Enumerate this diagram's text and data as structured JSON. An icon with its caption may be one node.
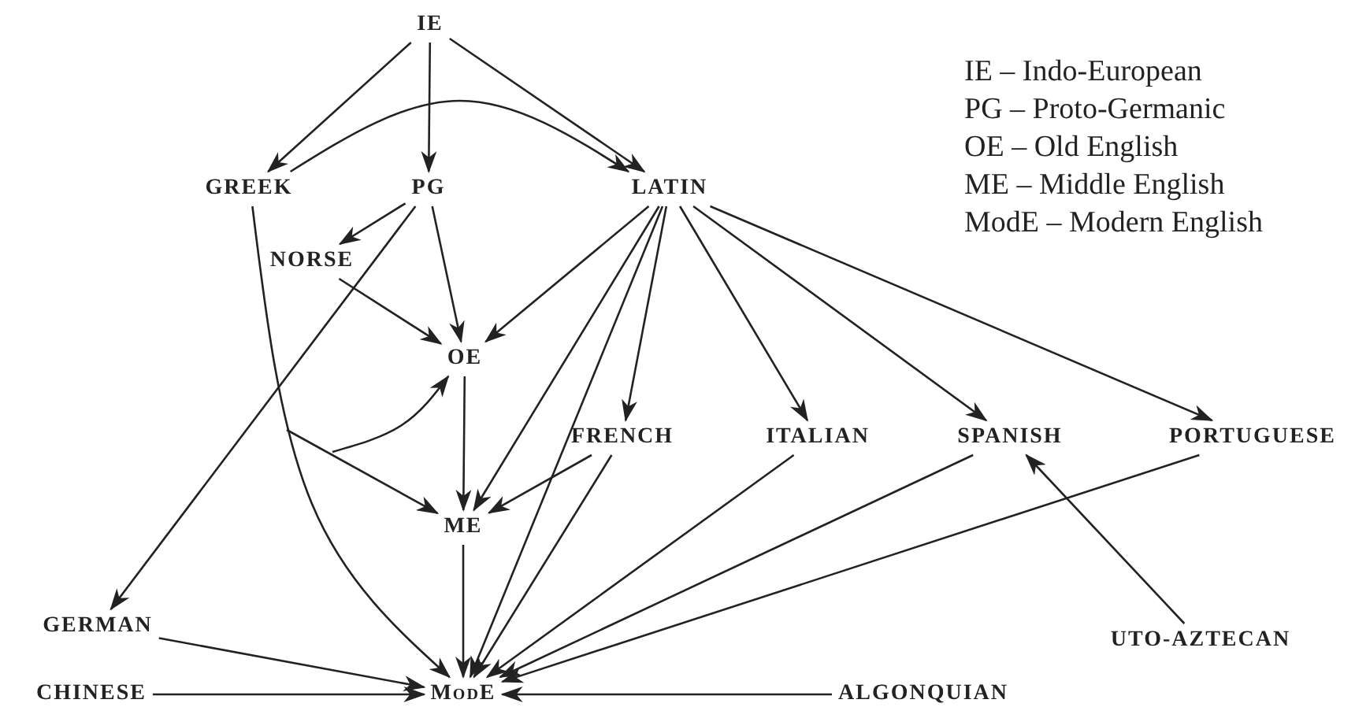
{
  "diagram": {
    "nodes": [
      {
        "text": [
          "IE"
        ]
      },
      {
        "text": [
          "GREEK"
        ]
      },
      {
        "text": [
          "PG"
        ]
      },
      {
        "text": [
          "LATIN"
        ]
      },
      {
        "text": [
          "NORSE"
        ]
      },
      {
        "text": [
          "OE"
        ]
      },
      {
        "text": [
          "FRENCH"
        ]
      },
      {
        "text": [
          "ITALIAN"
        ]
      },
      {
        "text": [
          "SPANISH"
        ]
      },
      {
        "text": [
          "PORTUGUESE"
        ]
      },
      {
        "text": [
          "ME"
        ]
      },
      {
        "text": [
          "GERMAN"
        ]
      },
      {
        "text": [
          "UTO-AZTECAN"
        ]
      },
      {
        "text": [
          "CHINESE"
        ]
      },
      {
        "text": [
          "ModE"
        ]
      },
      {
        "text": [
          "ALGONQUIAN"
        ]
      }
    ],
    "edges": [
      {
        "from": 0,
        "to": 1,
        "arrow": "to"
      },
      {
        "from": 0,
        "to": 2,
        "arrow": "to"
      },
      {
        "from": 0,
        "to": 3,
        "arrow": "to"
      },
      {
        "from": 1,
        "to": 3,
        "arrow": "to"
      },
      {
        "from": 2,
        "to": 4,
        "arrow": "to"
      },
      {
        "from": 2,
        "to": 5,
        "arrow": "to"
      },
      {
        "from": 2,
        "to": 11,
        "arrow": "to"
      },
      {
        "from": 4,
        "to": 5,
        "arrow": "to"
      },
      {
        "from": 1,
        "to": 14,
        "arrow": "to"
      },
      {
        "from": 3,
        "to": 5,
        "arrow": "to"
      },
      {
        "from": 3,
        "to": 10,
        "arrow": "to"
      },
      {
        "from": 3,
        "to": 14,
        "arrow": "to"
      },
      {
        "from": 3,
        "to": 6,
        "arrow": "to"
      },
      {
        "from": 3,
        "to": 7,
        "arrow": "to"
      },
      {
        "from": 3,
        "to": 8,
        "arrow": "to"
      },
      {
        "from": 3,
        "to": 9,
        "arrow": "to"
      },
      {
        "from": 5,
        "to": 10,
        "arrow": "to"
      },
      {
        "from": null,
        "to": 10,
        "arrow": "to"
      },
      {
        "from": null,
        "to": 5,
        "arrow": "to"
      },
      {
        "from": 6,
        "to": 10,
        "arrow": "to"
      },
      {
        "from": 10,
        "to": 14,
        "arrow": "to"
      },
      {
        "from": 6,
        "to": 14,
        "arrow": "to"
      },
      {
        "from": 7,
        "to": 14,
        "arrow": "to"
      },
      {
        "from": 8,
        "to": 14,
        "arrow": "to"
      },
      {
        "from": 9,
        "to": 14,
        "arrow": "to"
      },
      {
        "from": 12,
        "to": 8,
        "arrow": "to"
      },
      {
        "from": 11,
        "to": 14,
        "arrow": "to"
      },
      {
        "from": 13,
        "to": 14,
        "arrow": "to"
      },
      {
        "from": 15,
        "to": 14,
        "arrow": "to"
      }
    ],
    "labels": [
      "IE – Indo-European",
      "PG – Proto-Germanic",
      "OE – Old English",
      "ME – Middle English",
      "ModE – Modern English"
    ]
  }
}
